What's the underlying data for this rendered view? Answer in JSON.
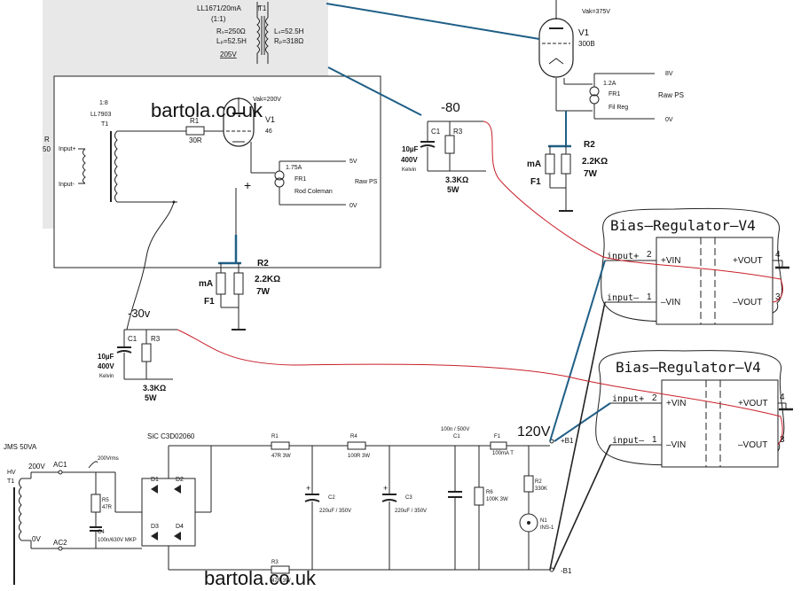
{
  "colors": {
    "wire": "#222222",
    "blue_wire": "#1f5f86",
    "red_wire": "#c8202a",
    "red_label": "#d01a1a",
    "shaded_panel": "#e8e8e8"
  },
  "top_transformer": {
    "part": "LL1671/20mA",
    "ratio": "(1:1)",
    "ref": "T1",
    "rs_left": "Rₛ=250Ω",
    "lp_left": "Lₚ=52.5H",
    "ls_right": "Lₛ=52.5H",
    "rp_right": "Rₚ=318Ω",
    "voltage": "205V"
  },
  "output_stage": {
    "vak": "Vak=375V",
    "tube_ref": "V1",
    "tube_type": "300B",
    "bias_voltage": "-80",
    "fil_current": "1.2A",
    "fr_ref": "FR1",
    "fr_label": "Fil Reg",
    "rail_top": "8V",
    "rail_bottom": "0V",
    "psu_label": "Raw PS",
    "cap_ref": "C1",
    "cap_value": "10µF",
    "cap_voltage": "400V",
    "cap_brand": "Kelvin",
    "res_ref": "R3",
    "res_value": "3.3KΩ",
    "res_power": "5W",
    "cathode_res_ref": "R2",
    "cathode_res_value": "2.2KΩ",
    "cathode_res_power": "7W",
    "meter": "mA",
    "fuse": "F1"
  },
  "driver_stage": {
    "ratio": "1:8",
    "transformer": "LL7903",
    "transformer_ref": "T1",
    "input_plus": "Input+",
    "input_minus": "Input-",
    "partial_ref": "R",
    "partial_value": "50",
    "grid_res_ref": "R1",
    "grid_res_value": "30R",
    "vak": "Vak=200V",
    "tube_ref": "V1",
    "tube_type": "46",
    "fil_current": "1.75A",
    "fr_ref": "FR1",
    "fr_label": "Rod Coleman",
    "rail_top": "5V",
    "rail_bottom": "0V",
    "psu_label": "Raw PS",
    "cathode_res_ref": "R2",
    "cathode_res_value": "2.2KΩ",
    "cathode_res_power": "7W",
    "meter": "mA",
    "fuse": "F1",
    "bias_voltage": "-30v",
    "cap_ref": "C1",
    "cap_value": "10µF",
    "cap_voltage": "400V",
    "cap_brand": "Kelvin",
    "res_ref": "R3",
    "res_value": "3.3KΩ",
    "res_power": "5W"
  },
  "bias_regulators": [
    {
      "title": "Bias–Regulator–V4",
      "in_plus_label": "input+",
      "in_plus_pin": "2",
      "in_minus_label": "input–",
      "in_minus_pin": "1",
      "vin_plus": "+VIN",
      "vin_minus": "–VIN",
      "vout_plus": "+VOUT",
      "vout_minus": "–VOUT",
      "out_plus_pin": "4",
      "out_minus_pin": "3"
    },
    {
      "title": "Bias–Regulator–V4",
      "in_plus_label": "input+",
      "in_plus_pin": "2",
      "in_minus_label": "input–",
      "in_minus_pin": "1",
      "vin_plus": "+VIN",
      "vin_minus": "–VIN",
      "vout_plus": "+VOUT",
      "vout_minus": "–VOUT",
      "out_plus_pin": "4",
      "out_minus_pin": "3"
    }
  ],
  "power_supply": {
    "transformer_label": "JMS 50VA",
    "hv_label": "HV",
    "transformer_ref": "T1",
    "sec_voltage": "200V",
    "sec_zero": "0V",
    "ac1": "AC1",
    "ac2": "AC2",
    "vrms": "200Vrms",
    "diode_part": "SiC C3D02060",
    "d1": "D1",
    "d2": "D2",
    "d3": "D3",
    "d4": "D4",
    "r5_ref": "R5",
    "r5_value": "47R",
    "c4_ref": "C4",
    "c4_value": "100n/630V MKP",
    "r1_ref": "R1",
    "r1_value": "47R 3W",
    "r4_ref": "R4",
    "r4_value": "100R 3W",
    "r3_ref": "R3",
    "r3_value": "47R 3W",
    "c2_ref": "C2",
    "c2_value": "220uF / 350V",
    "c3_ref": "C3",
    "c3_value": "220uF / 350V",
    "c1_ref": "C1",
    "c1_value": "100n / 500V",
    "r6_ref": "R6",
    "r6_value": "100K 3W",
    "f1_ref": "F1",
    "f1_value": "100mA T",
    "r2_ref": "R2",
    "r2_value": "330K",
    "n1_ref": "N1",
    "n1_value": "INS-1",
    "b1_plus": "+B1",
    "b1_minus": "-B1",
    "output_voltage": "120V"
  },
  "watermark": "bartola.co.uk"
}
